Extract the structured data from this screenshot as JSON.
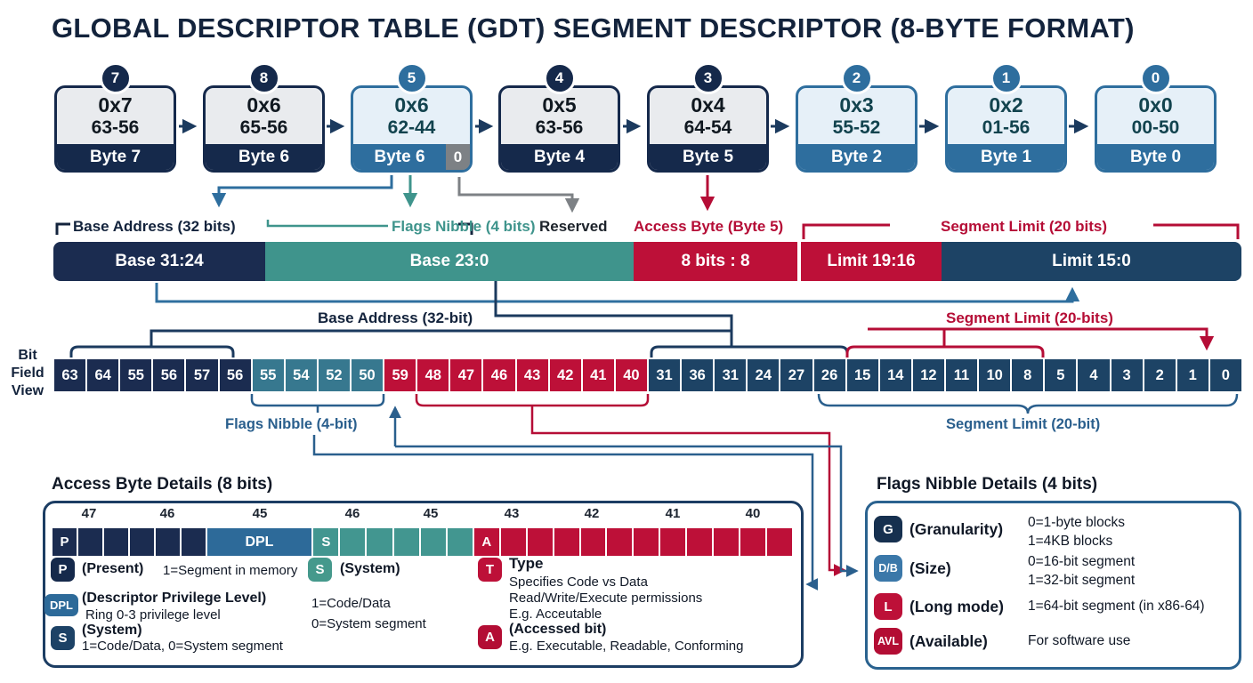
{
  "palette": {
    "navy": "#15294b",
    "steel_blue": "#2e6e9e",
    "teal": "#3f948c",
    "crimson": "#b50d36",
    "dark_steel": "#1d4365",
    "gray": "#7d8185"
  },
  "title": "GLOBAL DESCRIPTOR TABLE (GDT) SEGMENT DESCRIPTOR (8-BYTE FORMAT)",
  "byte_boxes": [
    {
      "badge": "7",
      "hex": "0x7",
      "bits": "63-56",
      "byte": "Byte 7",
      "variant": "navy",
      "extra": ""
    },
    {
      "badge": "8",
      "hex": "0x6",
      "bits": "65-56",
      "byte": "Byte 6",
      "variant": "navy",
      "extra": ""
    },
    {
      "badge": "5",
      "hex": "0x6",
      "bits": "62-44",
      "byte": "Byte 6",
      "variant": "blue",
      "extra": "0"
    },
    {
      "badge": "4",
      "hex": "0x5",
      "bits": "63-56",
      "byte": "Byte 4",
      "variant": "navy",
      "extra": ""
    },
    {
      "badge": "3",
      "hex": "0x4",
      "bits": "64-54",
      "byte": "Byte 5",
      "variant": "navy",
      "extra": ""
    },
    {
      "badge": "2",
      "hex": "0x3",
      "bits": "55-52",
      "byte": "Byte 2",
      "variant": "blue",
      "extra": ""
    },
    {
      "badge": "1",
      "hex": "0x2",
      "bits": "01-56",
      "byte": "Byte 1",
      "variant": "blue",
      "extra": ""
    },
    {
      "badge": "0",
      "hex": "0x0",
      "bits": "00-50",
      "byte": "Byte 0",
      "variant": "blue",
      "extra": ""
    }
  ],
  "field_labels": {
    "base_address": "Base Address (32 bits)",
    "flags": "Flags Nibble (4 bits)",
    "reserved": "Reserved",
    "access": "Access Byte (Byte 5)",
    "segment_limit": "Segment Limit (20 bits)"
  },
  "descriptor_bar": [
    {
      "label": "Base 31:24",
      "color": "navy"
    },
    {
      "label": "Base 23:0",
      "color": "teal"
    },
    {
      "label": "8 bits : 8",
      "color": "red"
    },
    {
      "label": "Limit 19:16",
      "color": "red"
    },
    {
      "label": "Limit 15:0",
      "color": "dark_steel"
    }
  ],
  "bit_field": {
    "side_label": [
      "Bit",
      "Field",
      "View"
    ],
    "top_labels": {
      "base": "Base Address (32-bit)",
      "limit": "Segment Limit (20-bits)"
    },
    "bottom_labels": {
      "flags": "Flags Nibble (4-bit)",
      "limit": "Segment Limit (20-bit)"
    },
    "cells": [
      {
        "v": "63",
        "color": "navy"
      },
      {
        "v": "64",
        "color": "navy"
      },
      {
        "v": "55",
        "color": "navy"
      },
      {
        "v": "56",
        "color": "navy"
      },
      {
        "v": "57",
        "color": "navy"
      },
      {
        "v": "56",
        "color": "navy"
      },
      {
        "v": "55",
        "color": "steelteal"
      },
      {
        "v": "54",
        "color": "steelteal"
      },
      {
        "v": "52",
        "color": "steelteal"
      },
      {
        "v": "50",
        "color": "steelteal"
      },
      {
        "v": "59",
        "color": "red"
      },
      {
        "v": "48",
        "color": "red"
      },
      {
        "v": "47",
        "color": "red"
      },
      {
        "v": "46",
        "color": "red"
      },
      {
        "v": "43",
        "color": "red"
      },
      {
        "v": "42",
        "color": "red"
      },
      {
        "v": "41",
        "color": "red"
      },
      {
        "v": "40",
        "color": "red"
      },
      {
        "v": "31",
        "color": "dark"
      },
      {
        "v": "36",
        "color": "dark"
      },
      {
        "v": "31",
        "color": "dark"
      },
      {
        "v": "24",
        "color": "dark"
      },
      {
        "v": "27",
        "color": "dark"
      },
      {
        "v": "26",
        "color": "dark"
      },
      {
        "v": "15",
        "color": "dark"
      },
      {
        "v": "14",
        "color": "dark"
      },
      {
        "v": "12",
        "color": "dark"
      },
      {
        "v": "11",
        "color": "dark"
      },
      {
        "v": "10",
        "color": "dark"
      },
      {
        "v": "8",
        "color": "dark"
      },
      {
        "v": "5",
        "color": "dark"
      },
      {
        "v": "4",
        "color": "dark"
      },
      {
        "v": "3",
        "color": "dark"
      },
      {
        "v": "2",
        "color": "dark"
      },
      {
        "v": "1",
        "color": "dark"
      },
      {
        "v": "0",
        "color": "dark"
      }
    ]
  },
  "access_panel": {
    "title": "Access Byte Details (8 bits)",
    "bit_numbers": [
      "47",
      "46",
      "45",
      "46",
      "45",
      "43",
      "42",
      "41",
      "40"
    ],
    "bar": {
      "navy_cells": [
        "P",
        "",
        "",
        "",
        "",
        ""
      ],
      "dpl_label": "DPL",
      "teal_cells": [
        "S",
        "",
        "",
        "",
        "",
        ""
      ],
      "red_cells": [
        "A",
        "",
        "",
        "",
        "",
        "",
        "",
        "",
        "",
        "",
        "",
        ""
      ]
    },
    "legend": {
      "p": {
        "badge": "P",
        "term": "(Present)",
        "desc": "1=Segment in memory"
      },
      "dpl": {
        "badge": "DPL",
        "term": "(Descriptor Privilege Level)",
        "desc": "Ring 0-3 privilege level"
      },
      "s1": {
        "badge": "S",
        "term": "(System)",
        "desc": "1=Code/Data, 0=System segment"
      },
      "s2": {
        "badge": "S",
        "term": "(System)",
        "line1": "1=Code/Data",
        "line2": "0=System segment"
      },
      "t": {
        "badge": "T",
        "term": "Type",
        "line1": "Specifies Code vs Data",
        "line2": "Read/Write/Execute permissions",
        "line3": "E.g. Acceutable"
      },
      "a": {
        "badge": "A",
        "term": "(Accessed bit)",
        "desc": "E.g. Executable, Readable, Conforming"
      }
    }
  },
  "flags_panel": {
    "title": "Flags Nibble Details (4 bits)",
    "rows": [
      {
        "badge": "G",
        "color": "#16304f",
        "term": "(Granularity)",
        "values": [
          "0=1-byte blocks",
          "1=4KB blocks"
        ]
      },
      {
        "badge": "D/B",
        "color": "#3b78a9",
        "term": "(Size)",
        "values": [
          "0=16-bit segment",
          "1=32-bit segment"
        ]
      },
      {
        "badge": "L",
        "color": "#bd1038",
        "term": "(Long mode)",
        "values": [
          "1=64-bit segment (in x86-64)"
        ]
      },
      {
        "badge": "AVL",
        "color": "#b30d34",
        "term": "(Available)",
        "values": [
          "For software use"
        ]
      }
    ]
  }
}
